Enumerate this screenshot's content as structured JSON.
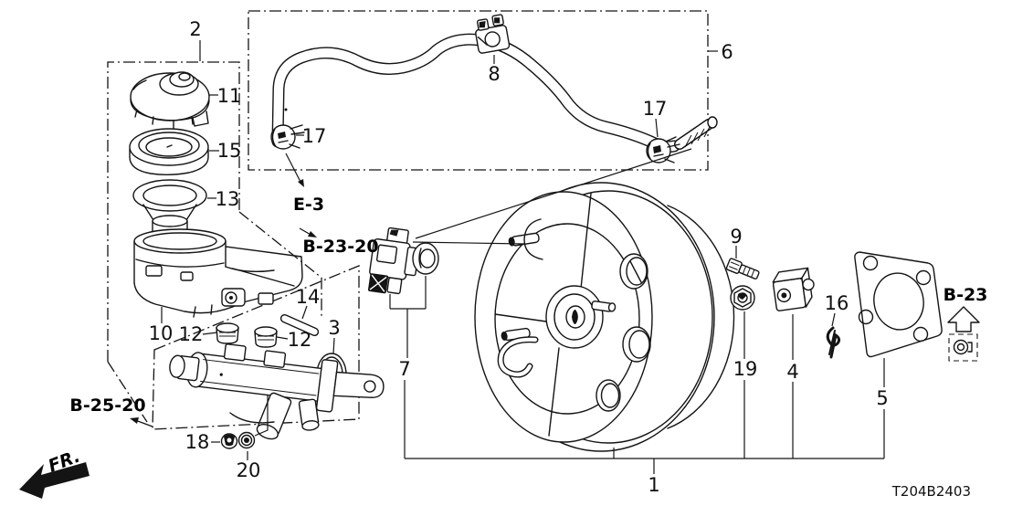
{
  "diagram": {
    "code": "T204B2403",
    "callouts": {
      "p1": "1",
      "p2": "2",
      "p3": "3",
      "p4": "4",
      "p5": "5",
      "p6": "6",
      "p7": "7",
      "p8": "8",
      "p9": "9",
      "p10": "10",
      "p11": "11",
      "p12a": "12",
      "p12b": "12",
      "p13": "13",
      "p14": "14",
      "p15": "15",
      "p16": "16",
      "p17a": "17",
      "p17b": "17",
      "p18": "18",
      "p19": "19",
      "p20": "20"
    },
    "refs": {
      "e3": "E-3",
      "b2320": "B-23-20",
      "b2520": "B-25-20",
      "b23": "B-23",
      "fr": "FR."
    }
  }
}
